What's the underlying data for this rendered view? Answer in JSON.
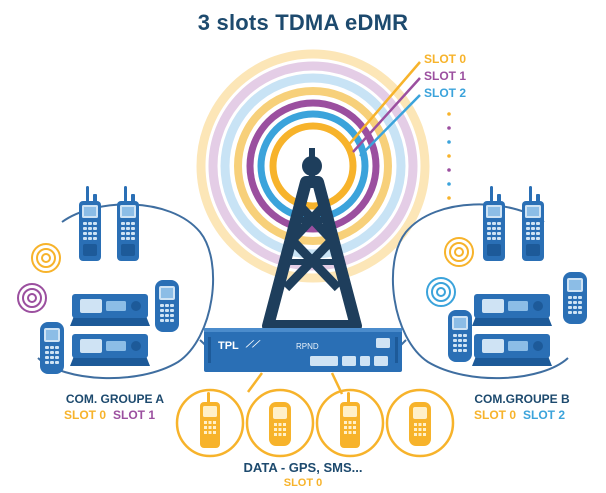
{
  "title": "3 slots TDMA eDMR",
  "colors": {
    "navy": "#1d4a6e",
    "slot0": "#f7b32b",
    "slot1": "#9b4f9f",
    "slot2": "#3ba3db",
    "radio": "#2a6fb5",
    "tower": "#1e3e5c"
  },
  "legend": {
    "slot0": "SLOT 0",
    "slot1": "SLOT 1",
    "slot2": "SLOT 2"
  },
  "repeater": {
    "brand": "TPL",
    "model": "RPND"
  },
  "groups": {
    "a": {
      "name": "COM. GROUPE A",
      "slot_first": "SLOT 0",
      "slot_second": "SLOT 1"
    },
    "b": {
      "name": "COM.GROUPE B",
      "slot_first": "SLOT 0",
      "slot_second": "SLOT 2"
    }
  },
  "data": {
    "name": "DATA - GPS, SMS...",
    "slot": "SLOT 0"
  },
  "icons": [
    "radio-tower-icon",
    "walkie-talkie-icon",
    "handheld-terminal-icon",
    "mobile-radio-icon",
    "repeater-icon"
  ]
}
